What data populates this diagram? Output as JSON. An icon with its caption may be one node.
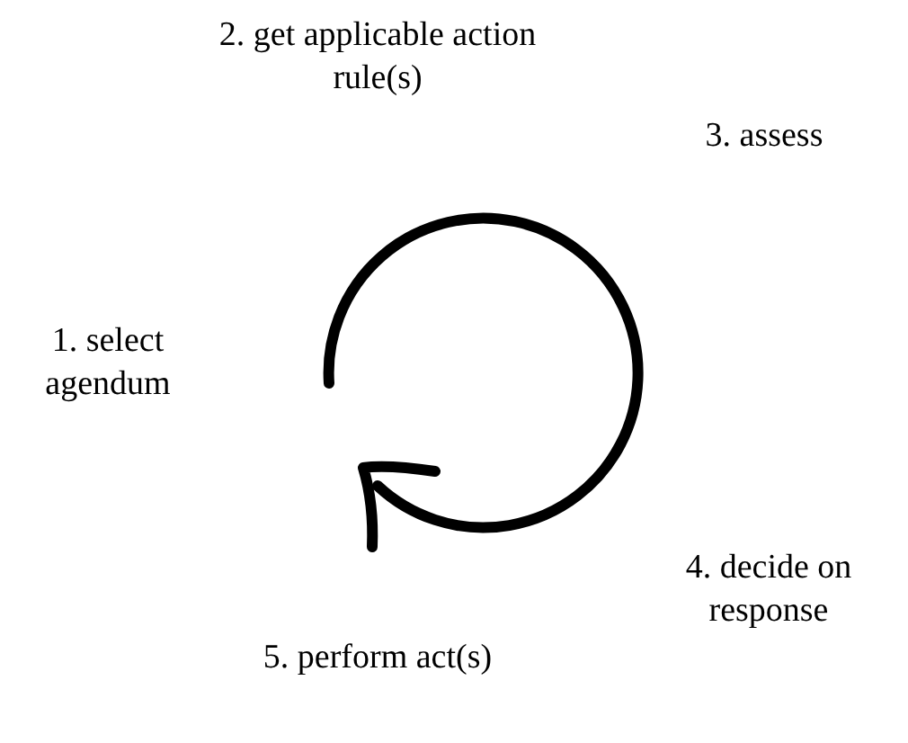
{
  "diagram": {
    "labels": [
      "2. get applicable action rule(s)",
      "3. assess",
      "1. select agendum",
      "4. decide on response",
      "5. perform act(s)"
    ]
  }
}
